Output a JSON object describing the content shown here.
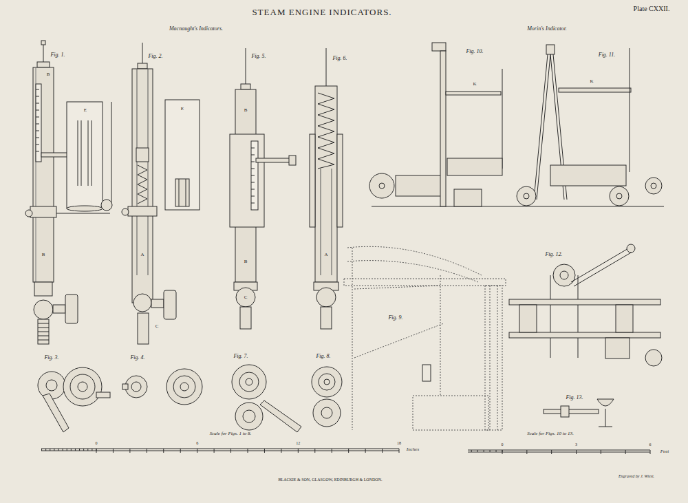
{
  "diagram": {
    "title": "STEAM ENGINE INDICATORS.",
    "labels": [
      "Plate CXXII.",
      "Macnaught's Indicators.",
      "Morin's Indicator.",
      "Fig. 1.",
      "Fig. 2.",
      "Fig. 5.",
      "Fig. 6.",
      "Fig. 10.",
      "Fig. 11.",
      "Fig. 9.",
      "Fig. 12.",
      "Fig. 3.",
      "Fig. 4.",
      "Fig. 7.",
      "Fig. 8.",
      "Fig. 13.",
      "Scale for Figs. 1 to 8.",
      "Inches",
      "Scale for Figs. 10 to 13.",
      "Feet",
      "Engraved by J. Wiest.",
      "BLACKIE & SON, GLASGOW, EDINBURGH & LONDON.",
      "B",
      "E",
      "B",
      "A",
      "C",
      "E",
      "B",
      "B",
      "C",
      "A",
      "K",
      "K",
      "0",
      "6",
      "12",
      "18",
      "0",
      "3",
      "6"
    ]
  }
}
